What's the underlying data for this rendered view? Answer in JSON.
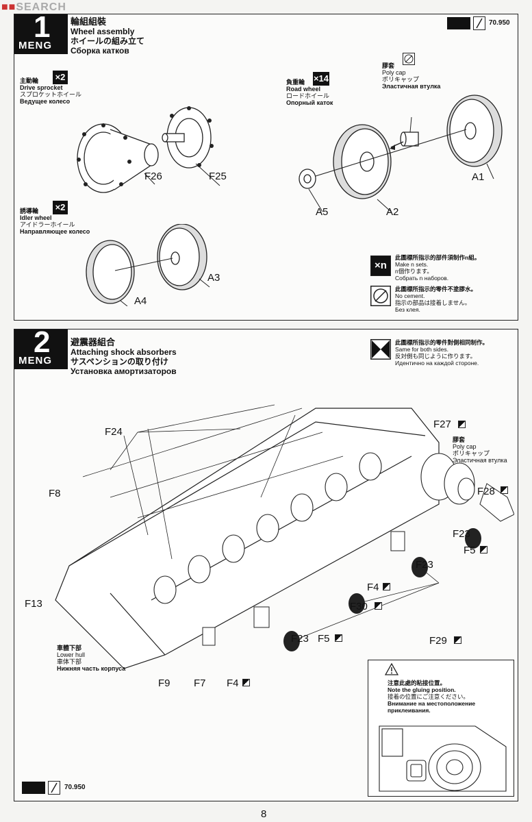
{
  "watermark": "SEARCH",
  "page_number": "8",
  "catalog_code": "70.950",
  "step1": {
    "number": "1",
    "brand": "MENG",
    "title_zh": "輪組組裝",
    "title_en": "Wheel assembly",
    "title_jp": "ホイールの組み立て",
    "title_ru": "Сборка катков",
    "drive": {
      "zh": "主動輪",
      "en": "Drive sprocket",
      "jp": "スプロケットホイール",
      "ru": "Ведущее колесо",
      "mult": "×2"
    },
    "road": {
      "zh": "負重輪",
      "en": "Road wheel",
      "jp": "ロードホイール",
      "ru": "Опорный каток",
      "mult": "×14"
    },
    "idler": {
      "zh": "誘導輪",
      "en": "Idler wheel",
      "jp": "アイドラーホイール",
      "ru": "Направляющее колесо",
      "mult": "×2"
    },
    "polycap": {
      "zh": "膠套",
      "en": "Poly cap",
      "jp": "ポリキャップ",
      "ru": "Эластичная втулка"
    },
    "parts": {
      "f26": "F26",
      "f25": "F25",
      "a1": "A1",
      "a2": "A2",
      "a5": "A5",
      "a3": "A3",
      "a4": "A4"
    },
    "legend_n": {
      "symbol": "×n",
      "zh": "此圖標所指示的部件須制作n組。",
      "en": "Make n sets.",
      "jp": "n個作ります。",
      "ru": "Собрать n наборов."
    },
    "legend_nocement": {
      "zh": "此圖標所指示的零件不塗膠水。",
      "en": "No cement.",
      "jp": "指示の部品は接着しません。",
      "ru": "Без клея."
    }
  },
  "step2": {
    "number": "2",
    "brand": "MENG",
    "title_zh": "避震器組合",
    "title_en": "Attaching shock absorbers",
    "title_jp": "サスペンションの取り付け",
    "title_ru": "Установка амортизаторов",
    "legend_both": {
      "zh": "此圖標所指示的零件對側相同制作。",
      "en": "Same for both sides.",
      "jp": "反対側も同じように作ります。",
      "ru": "Идентично на каждой стороне."
    },
    "polycap": {
      "zh": "膠套",
      "en": "Poly cap",
      "jp": "ポリキャップ",
      "ru": "Эластичная втулка"
    },
    "hull": {
      "zh": "車體下部",
      "en": "Lower hull",
      "jp": "車体下部",
      "ru": "Нижняя часть корпуса"
    },
    "gluing": {
      "zh": "注意此處的粘接位置。",
      "en": "Note the gluing position.",
      "jp": "接着の位置にご注意ください。",
      "ru1": "Внимание на местоположение",
      "ru2": "приклеивания."
    },
    "parts": {
      "f24": "F24",
      "f8": "F8",
      "f13": "F13",
      "f27": "F27",
      "f28": "F28",
      "f23a": "F23",
      "f5a": "F5",
      "f23b": "F23",
      "f4a": "F4",
      "f30": "F30",
      "f23c": "F23",
      "f5b": "F5",
      "f29": "F29",
      "f9": "F9",
      "f7": "F7",
      "f4b": "F4"
    }
  },
  "colors": {
    "ink": "#111111",
    "paper": "#fbfbfa"
  }
}
